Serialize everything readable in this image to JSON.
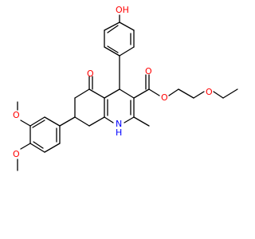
{
  "structure": {
    "atom_labels": {
      "hydroxyl_oh": "OH",
      "ketone_o": "O",
      "ester_carbonyl_o": "O",
      "ester_single_o": "O",
      "ether_o": "O",
      "ring_n": "N",
      "ring_nh_h": "H",
      "methoxy_o_1": "O",
      "methoxy_o_2": "O"
    },
    "colors": {
      "bond": "#000000",
      "oxygen": "#ff0000",
      "nitrogen": "#0000ff",
      "carbon_text": "#000000",
      "background": "#ffffff"
    }
  }
}
